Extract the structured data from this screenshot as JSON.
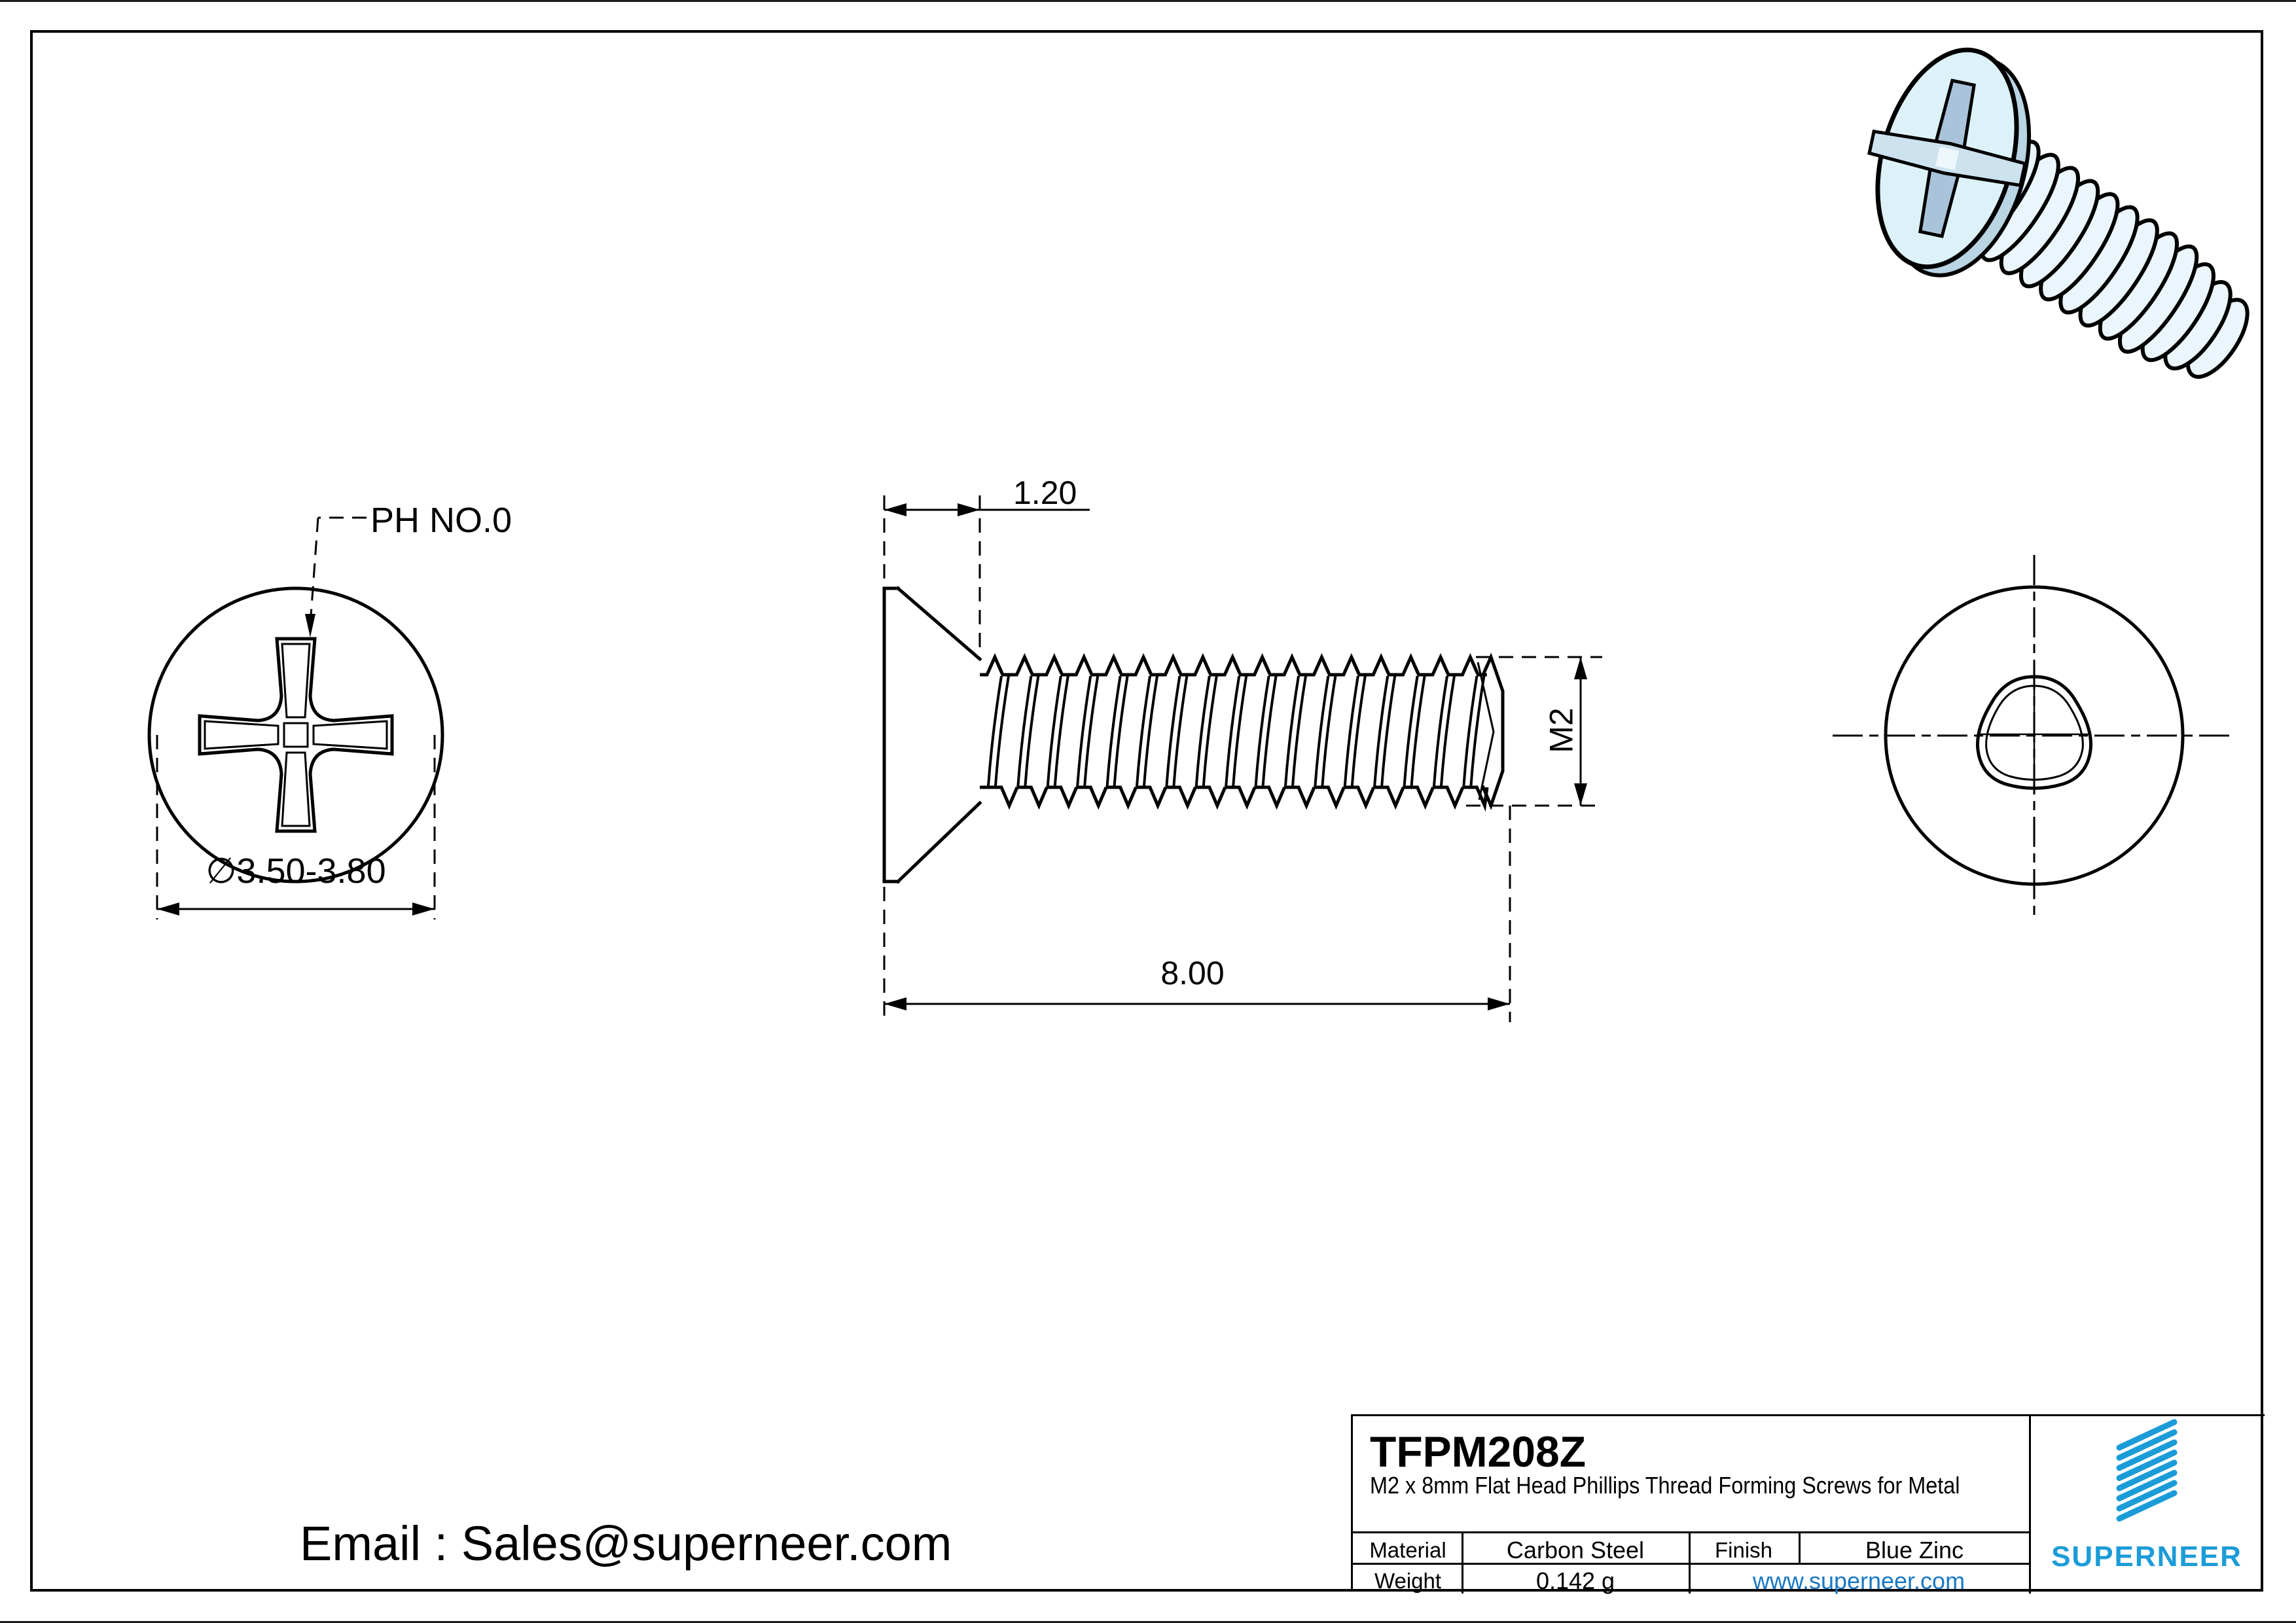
{
  "drawing": {
    "front_view": {
      "recess_label": "PH NO.0",
      "diameter_dim": "∅3.50-3.80"
    },
    "side_view": {
      "head_height_dim": "1.20",
      "length_dim": "8.00",
      "thread_dim": "M2"
    }
  },
  "contact": {
    "email": "Email : Sales@superneer.com"
  },
  "title_block": {
    "part_number": "TFPM208Z",
    "description": "M2 x 8mm Flat Head Phillips Thread Forming Screws for Metal",
    "material_label": "Material",
    "material_value": "Carbon Steel",
    "finish_label": "Finish",
    "finish_value": "Blue Zinc",
    "weight_label": "Weight",
    "weight_value": "0.142 g",
    "website": "www.superneer.com",
    "brand": "SUPERNEER",
    "colors": {
      "brand_blue": "#1b9cd8",
      "link_blue": "#1878c4"
    }
  }
}
